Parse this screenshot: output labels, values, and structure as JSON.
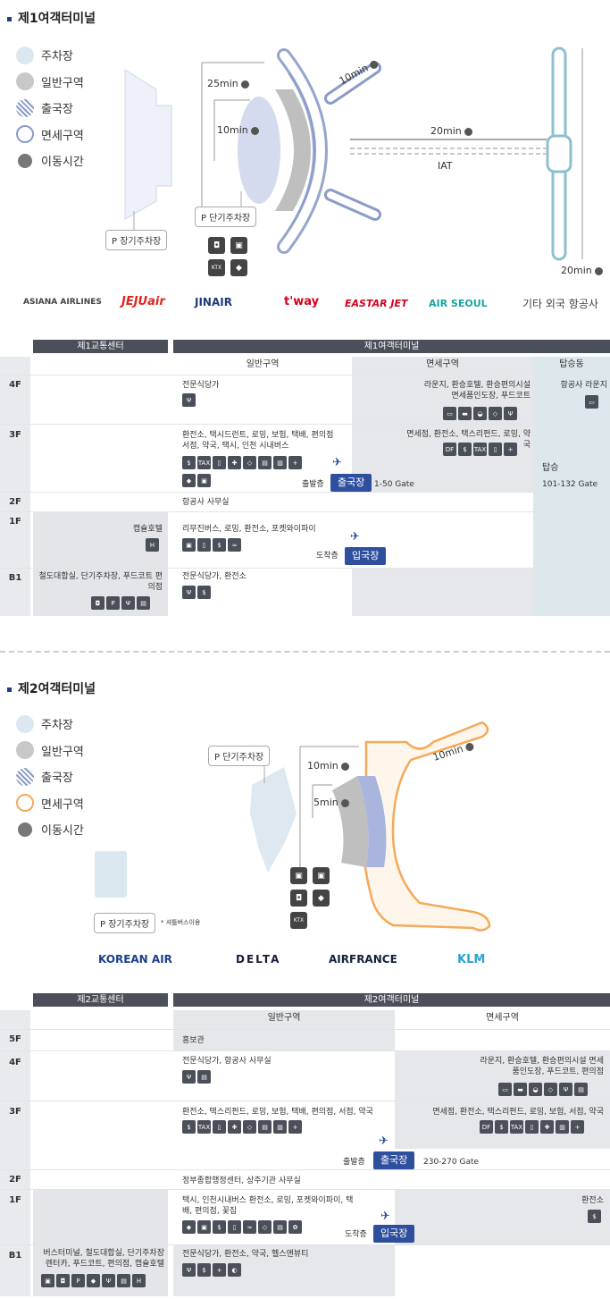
{
  "t1": {
    "title": "제1여객터미널",
    "legend": [
      "주차장",
      "일반구역",
      "출국장",
      "면세구역",
      "이동시간"
    ],
    "times": {
      "a": "25min",
      "b": "10min",
      "c": "10min",
      "d": "20min",
      "e": "20min"
    },
    "iat": "IAT",
    "short_parking": "단기주차장",
    "long_parking": "장기주차장",
    "p": "P",
    "airlines": [
      "ASIANA AIRLINES",
      "JEJUair",
      "JINAIR",
      "t'way",
      "EASTAR JET",
      "AIR SEOUL",
      "기타 외국 항공사"
    ],
    "table": {
      "left_header": "제1교통센터",
      "right_header": "제1여객터미널",
      "sub": [
        "일반구역",
        "면세구역",
        "탑승동"
      ],
      "floors": [
        "4F",
        "3F",
        "2F",
        "1F",
        "B1"
      ],
      "r4f_general": "전문식당가",
      "r4f_duty": "라운지, 환승호텔, 환승편의시설 면세품인도장, 푸드코트",
      "r4f_board": "항공사 라운지",
      "r3f_general": "환전소, 택시드런트, 로밍, 보험, 택배, 편의점 서점, 약국, 택시, 인천 시내버스",
      "r3f_duty": "면세점, 환전소, 택스리펀드, 로밍, 약국",
      "r3f_board": "탑승",
      "r3f_board_gate": "101-132 Gate",
      "departure_label": "출발층",
      "departure_badge": "출국장",
      "departure_gate": "1-50 Gate",
      "r2f_general": "항공사 사무실",
      "r1f_left": "캡슐호텔",
      "r1f_general": "리무진버스, 로밍, 환전소, 포켓와이파이",
      "arrival_label": "도착층",
      "arrival_badge": "입국장",
      "rb1_left": "철도대합실, 단기주차장, 푸드코트 편의점",
      "rb1_general": "전문식당가, 환전소"
    }
  },
  "t2": {
    "title": "제2여객터미널",
    "legend": [
      "주차장",
      "일반구역",
      "출국장",
      "면세구역",
      "이동시간"
    ],
    "times": {
      "a": "10min",
      "b": "5min",
      "c": "10min"
    },
    "short_parking": "단기주차장",
    "long_parking": "장기주차장",
    "shuttle_note": "* 셔틀버스이용",
    "p": "P",
    "airlines": [
      "KOREAN AIR",
      "DELTA",
      "AIRFRANCE",
      "KLM"
    ],
    "table": {
      "left_header": "제2교통센터",
      "right_header": "제2여객터미널",
      "sub": [
        "일반구역",
        "면세구역"
      ],
      "floors": [
        "5F",
        "4F",
        "3F",
        "2F",
        "1F",
        "B1"
      ],
      "r5f_general": "홍보관",
      "r4f_general": "전문식당가, 항공사 사무실",
      "r4f_duty": "라운지, 환승호텔, 환승편의시설 면세품인도장, 푸드코트, 편의점",
      "r3f_general": "환전소, 택스리펀드, 로밍, 보험, 택배, 편의점, 서점, 약국",
      "r3f_duty": "면세점, 환전소, 택스리펀드, 로밍, 보험, 서점, 약국",
      "departure_label": "출발층",
      "departure_badge": "출국장",
      "departure_gate": "230-270 Gate",
      "r2f_general": "정부종합행정센터, 상주기관 사무실",
      "r1f_general": "택시, 인천시내버스 환전소, 로밍, 포켓와이파이, 택배, 편의점, 꽃집",
      "r1f_duty": "환전소",
      "arrival_label": "도착층",
      "arrival_badge": "입국장",
      "rb1_left": "버스터미널, 철도대합실, 단기주차장 렌터카, 푸드코트, 편의점, 캡슐호텔",
      "rb1_general": "전문식당가, 환전소, 약국, 헬스앤뷰티"
    }
  },
  "colors": {
    "navy": "#223c8c",
    "badge": "#2d4f9e",
    "parking": "#dce8f0",
    "general": "#cccccc",
    "dutyT1": "#8a9bc8",
    "dutyT2": "#f5a95a"
  }
}
